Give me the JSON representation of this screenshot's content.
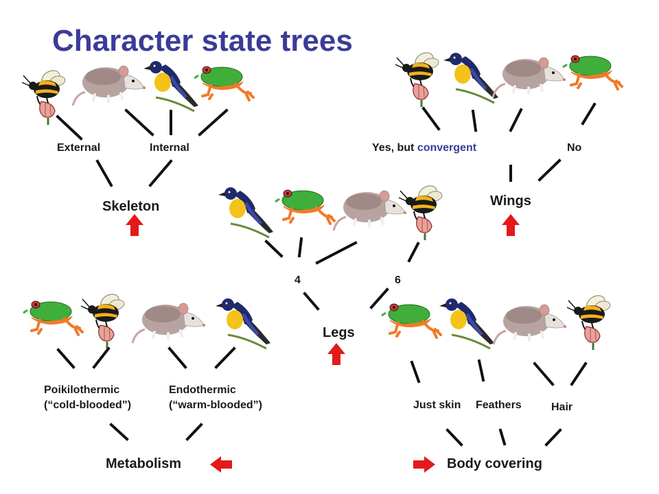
{
  "title": "Character state trees",
  "colors": {
    "title": "#3b3b9a",
    "arrow": "#e21a1a",
    "branch": "#111111",
    "accent": "#3b3b9a"
  },
  "skeleton": {
    "trait": "Skeleton",
    "states": [
      "External",
      "Internal"
    ],
    "taxa": [
      "bee",
      "opossum",
      "bird",
      "frog"
    ]
  },
  "wings": {
    "trait": "Wings",
    "state_yes": "Yes, but",
    "state_yes_accent": "convergent",
    "state_no": "No",
    "taxa": [
      "bee",
      "bird",
      "opossum",
      "frog"
    ]
  },
  "legs": {
    "trait": "Legs",
    "states": [
      "4",
      "6"
    ],
    "taxa": [
      "bird",
      "frog",
      "opossum",
      "bee"
    ]
  },
  "metabolism": {
    "trait": "Metabolism",
    "state_a_line1": "Poikilothermic",
    "state_a_line2": "(“cold-blooded”)",
    "state_b_line1": "Endothermic",
    "state_b_line2": "(“warm-blooded”)",
    "taxa": [
      "frog",
      "bee",
      "opossum",
      "bird"
    ]
  },
  "body_covering": {
    "trait": "Body covering",
    "states": [
      "Just skin",
      "Feathers",
      "Hair"
    ],
    "taxa": [
      "frog",
      "bird",
      "opossum",
      "bee"
    ]
  }
}
